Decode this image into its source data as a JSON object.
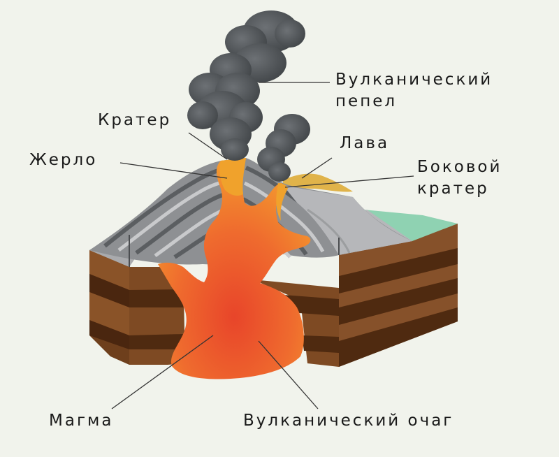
{
  "labels": {
    "ash_line1": "Вулканический",
    "ash_line2": "пепел",
    "crater": "Кратер",
    "vent": "Жерло",
    "lava": "Лава",
    "side_crater_line1": "Боковой",
    "side_crater_line2": "кратер",
    "magma": "Магма",
    "magma_chamber": "Вулканический очаг"
  },
  "colors": {
    "background": "#f1f3ec",
    "ash": "#55595c",
    "lava": "#eea12a",
    "magma": "#ea5a2a",
    "rock_grey": "#8e9093",
    "earth_brown": "#7e4a23",
    "earth_dark": "#4f2a10",
    "water": "#8fd2b2",
    "leader_line": "#333333"
  }
}
